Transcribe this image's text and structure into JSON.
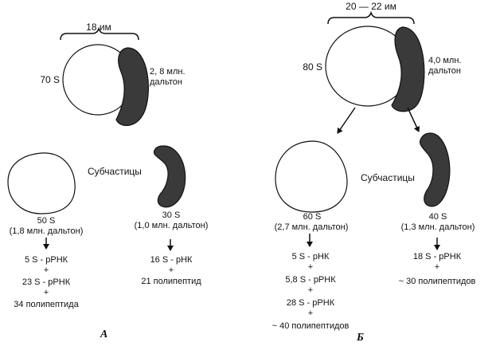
{
  "panel_a": {
    "width_label": "18 им",
    "ribosome_label": "70 S",
    "mass_label_line1": "2, 8 млн.",
    "mass_label_line2": "дальтон",
    "subparticles_label": "Субчастицы",
    "large_sub": {
      "name": "50 S",
      "mass": "(1,8 млн. дальтон)",
      "components": [
        "5 S - рРНК",
        "23 S - рРНК",
        "34  полипептида"
      ]
    },
    "small_sub": {
      "name": "30 S",
      "mass": "(1,0 млн. дальтон)",
      "components": [
        "16 S - рНК",
        "21  полипептид"
      ]
    },
    "letter": "А"
  },
  "panel_b": {
    "width_label": "20 — 22 им",
    "ribosome_label": "80 S",
    "mass_label_line1": "4,0 млн.",
    "mass_label_line2": "дальтон",
    "subparticles_label": "Субчастицы",
    "large_sub": {
      "name": "60 S",
      "mass": "(2,7 млн. дальтон)",
      "components": [
        "5 S - рНК",
        "5,8 S - рРНК",
        "28 S - рРНК",
        "~ 40 полипептидов"
      ]
    },
    "small_sub": {
      "name": "40 S",
      "mass": "(1,3 млн. дальтон)",
      "components": [
        "18 S - рРНК",
        "~ 30 полипептидов"
      ]
    },
    "letter": "Б"
  },
  "plus_sign": "+"
}
